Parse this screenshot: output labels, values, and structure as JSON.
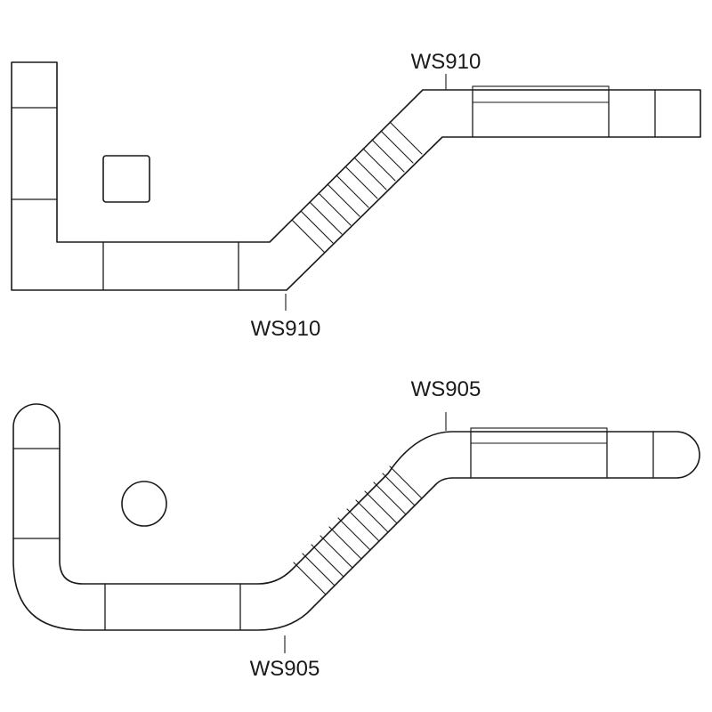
{
  "diagram": {
    "top_layout": {
      "label_top": "WS910",
      "label_bottom": "WS910",
      "corner_style": "square",
      "table_shape": "square"
    },
    "bottom_layout": {
      "label_top": "WS905",
      "label_bottom": "WS905",
      "corner_style": "rounded",
      "table_shape": "round"
    },
    "colors": {
      "line": "#1a1a1a",
      "fill": "#ffffff"
    }
  }
}
